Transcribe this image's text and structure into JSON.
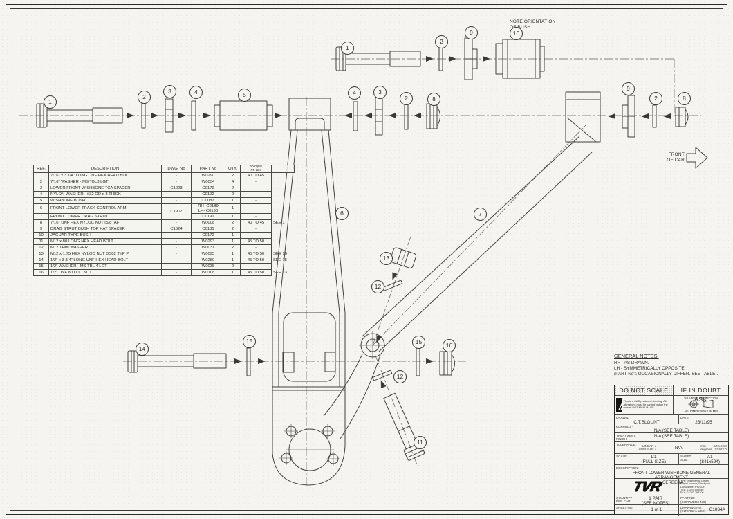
{
  "sheet": {
    "note_word": "NOTE",
    "note_rest": " ORIENTATION",
    "note_line2": "OF BUSH.",
    "front_line1": "FRONT",
    "front_line2": "OF CAR"
  },
  "callouts": [
    "1",
    "2",
    "9",
    "10",
    "1",
    "2",
    "3",
    "4",
    "5",
    "4",
    "3",
    "2",
    "8",
    "9",
    "2",
    "8",
    "6",
    "7",
    "13",
    "12",
    "15",
    "16",
    "12",
    "11",
    "14",
    "15"
  ],
  "parts_table": {
    "headers": {
      "ref": "REF.",
      "desc": "DESCRIPTION",
      "dwg": "DWG. No",
      "part": "PART No",
      "qty": "QTY.",
      "torque1": "TORQUE",
      "torque2": "FT. LBs"
    },
    "rows": [
      {
        "ref": "1",
        "desc": "7/16\" x 3 1/4\" LONG UNF HEX HEAD BOLT",
        "dwg": "-",
        "part": "W0290",
        "qty": "2",
        "torque": "40 TO 45",
        "see": ""
      },
      {
        "ref": "2",
        "desc": "7/16\" WASHER - MS TBL3 LGT",
        "dwg": "-",
        "part": "W0034",
        "qty": "4",
        "torque": "-",
        "see": ""
      },
      {
        "ref": "3",
        "desc": "LOWER FRONT WISHBONE TCA SPACER",
        "dwg": "C1023",
        "part": "C0179",
        "qty": "2",
        "torque": "-",
        "see": ""
      },
      {
        "ref": "4",
        "desc": "NYLON WASHER - #32 OD x 3 THICK",
        "dwg": "-",
        "part": "C0192",
        "qty": "2",
        "torque": "-",
        "see": ""
      },
      {
        "ref": "5",
        "desc": "WISHBONE BUSH",
        "dwg": "-",
        "part": "C0087",
        "qty": "1",
        "torque": "-",
        "see": ""
      },
      {
        "ref": "6",
        "desc": "FRONT LOWER TRACK CONTROL ARM",
        "dwg": "C1907",
        "part": "RH- C0189",
        "part_b": "LH- C0190",
        "qty": "1",
        "torque": "-",
        "see": ""
      },
      {
        "ref": "7",
        "desc": "FRONT LOWER DRAG STRUT",
        "dwg": "",
        "part": "C0191",
        "qty": "1",
        "torque": "-",
        "see": ""
      },
      {
        "ref": "8",
        "desc": "7/16\" UNF HEX NYLOC NUT (5/8\" AF)",
        "dwg": "-",
        "part": "W0008",
        "qty": "2",
        "torque": "40 TO 45",
        "see": "SEE 1"
      },
      {
        "ref": "9",
        "desc": "DRAG STRUT BUSH TOP HAT SPACER",
        "dwg": "C1024",
        "part": "C0181",
        "qty": "2",
        "torque": "-",
        "see": ""
      },
      {
        "ref": "10",
        "desc": "JAGUAR TYPE BUSH",
        "dwg": "-",
        "part": "C0172",
        "qty": "1",
        "torque": "-",
        "see": ""
      },
      {
        "ref": "11",
        "desc": "M12 x 80 LONG HEX HEAD BOLT",
        "dwg": "-",
        "part": "W0293",
        "qty": "1",
        "torque": "45 TO 50",
        "see": ""
      },
      {
        "ref": "12",
        "desc": "M12 THIN WASHER",
        "dwg": "-",
        "part": "W0031",
        "qty": "2",
        "torque": "-",
        "see": ""
      },
      {
        "ref": "13",
        "desc": "M12 x 1.75 HEX NYLOC NUT DS82 TYP P",
        "dwg": "-",
        "part": "W0095",
        "qty": "1",
        "torque": "45 TO 50",
        "see": "SEE 10"
      },
      {
        "ref": "14",
        "desc": "1/2\" x 3 3/4\" LONG UNF HEX HEAD BOLT",
        "dwg": "-",
        "part": "W0289",
        "qty": "1",
        "torque": "45 TO 50",
        "see": "SEE 15"
      },
      {
        "ref": "15",
        "desc": "1/2\" WASHER - MS TBL 4 LGT",
        "dwg": "-",
        "part": "W0035",
        "qty": "2",
        "torque": "-",
        "see": ""
      },
      {
        "ref": "16",
        "desc": "1/2\" UNF NYLOC NUT",
        "dwg": "-",
        "part": "W0108",
        "qty": "1",
        "torque": "45 TO 50",
        "see": "SEE 13"
      }
    ]
  },
  "general_notes": {
    "title": "GENERAL NOTES:",
    "line1": "RH - AS DRAWN.",
    "line2": "LH - SYMMETRICALLY OPPOSITE.",
    "line3": "(PART No's OCCASIONALLY DIFFER. SEE TABLE)."
  },
  "title_block": {
    "do_not_scale": "DO NOT SCALE",
    "if_in_doubt": "IF IN DOUBT ASK",
    "cad_note": "This is a CAD produced drawing. All alterations must be carried out on the master NOT MANUALLY!",
    "projection": "3rd ANGLE PROJECTION",
    "dims": "ALL DIMENSIONS IN MM",
    "drawn_label": "DRAWN:",
    "drawn": "C.T.BLOUNT",
    "date_label": "DATE:",
    "date": "23/11/95",
    "material_label": "MATERIAL:",
    "material": "N/A (SEE TABLE)",
    "treatment_label": "TREATMENT:",
    "finish_label": "FINISH:",
    "treatment": "N/A (SEE TABLE)",
    "tolerance_label": "TOLERANCE:",
    "tol_linear": "LINEAR ±",
    "tol_angular": "ANGULAR ±",
    "tol_value": "N/A",
    "tol_mm": "mm",
    "tol_degrees": "degrees",
    "tol_unless1": "UNLESS",
    "tol_unless2": "STATED",
    "scale_label": "SCALE:",
    "scale": "1:1",
    "scale2": "(FULL SIZE)",
    "sheet_size_label1": "SHEET",
    "sheet_size_label2": "SIZE:",
    "sheet_size": "A1",
    "sheet_size2": "(841x594)",
    "desc_label": "DESCRIPTION:",
    "desc1": "FRONT LOWER WISHBONE GENERAL ARRANGEMENT",
    "desc2": "- CERBERA",
    "logo_text": "TVR",
    "addr1": "TVR Engineering Limited",
    "addr2": "Bristol Avenue, Blackpool,",
    "addr3": "Lancashire, FY2 0JF",
    "addr4": "TEL: 01253 509050",
    "addr5": "FAX: 01253 795106",
    "qty_label1": "QUANTITY",
    "qty_label2": "PER CAR:",
    "qty": "1 PAIR",
    "qty2": "(SEE NOTES)",
    "part_no_label": "PART NO:",
    "part_no_sub": "(SUPPLIERS NO)",
    "sheet_no_label": "SHEET NO:",
    "sheet_no": "1 of 1",
    "drawing_no_label": "DRAWING NO:",
    "drawing_no_sub": "(INTERNAL USE)",
    "drawing_no": "C1034A"
  }
}
